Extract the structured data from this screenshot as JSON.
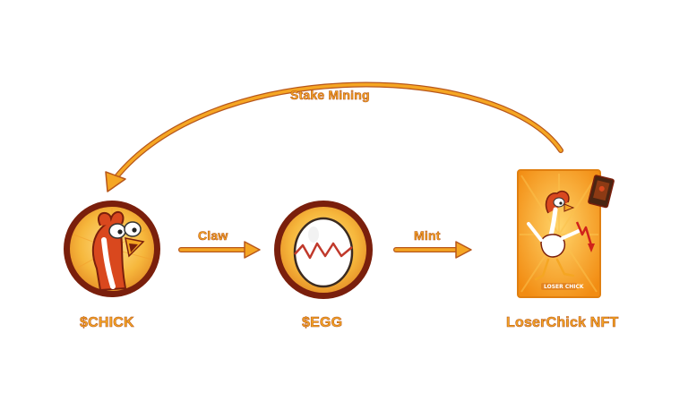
{
  "nodes": {
    "chick": {
      "label": "$CHICK"
    },
    "egg": {
      "label": "$EGG"
    },
    "nft": {
      "label": "LoserChick NFT",
      "card_text": "LOSER CHICK"
    }
  },
  "edges": {
    "claw": {
      "label": "Claw"
    },
    "mint": {
      "label": "Mint"
    },
    "stake": {
      "label": "Stake Mining"
    }
  },
  "colors": {
    "arrow": "#F5A623",
    "arrow_stroke": "#B8571B",
    "coin_border": "#7A1F0C",
    "coin_fill": "#F6B73C",
    "card_fill": "#F7A21B",
    "chick_body": "#D9481E"
  },
  "icons": {
    "chick": "chick-coin-icon",
    "egg": "cracked-egg-coin-icon",
    "nft": "nft-card-icon"
  }
}
